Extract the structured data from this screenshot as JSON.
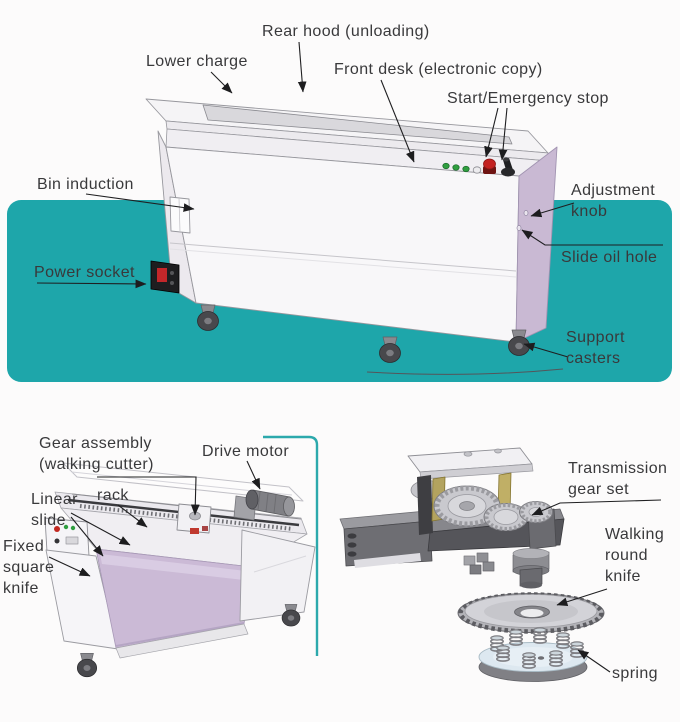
{
  "figure_type": "labeled machine diagram",
  "colors": {
    "teal_band": "#1EA6AA",
    "teal_bracket": "#2CA9AC",
    "machine_side_lavender": "#C9B9D3",
    "emergency_stop_red": "#C32020",
    "indicator_green": "#2F9E3F",
    "label_text": "#39393B",
    "outline_gray": "#97979D"
  },
  "overview_diagram": {
    "labels": {
      "rear_hood": "Rear hood (unloading)",
      "lower_charge": "Lower charge",
      "front_desk": "Front desk (electronic copy)",
      "start_emergency_stop": "Start/Emergency stop",
      "bin_induction": "Bin induction",
      "adjustment_knob": "Adjustment knob",
      "slide_oil_hole": "Slide oil hole",
      "power_socket": "Power socket",
      "support_casters": "Support casters"
    }
  },
  "cutter_detail_diagram": {
    "labels": {
      "gear_assembly": "Gear assembly (walking cutter)",
      "drive_motor": "Drive motor",
      "rack": "rack",
      "linear_slide": "Linear slide",
      "fixed_square_knife": "Fixed square knife"
    }
  },
  "knife_assembly_diagram": {
    "labels": {
      "transmission_gear_set": "Transmission gear set",
      "walking_round_knife": "Walking round knife",
      "spring": "spring"
    }
  }
}
